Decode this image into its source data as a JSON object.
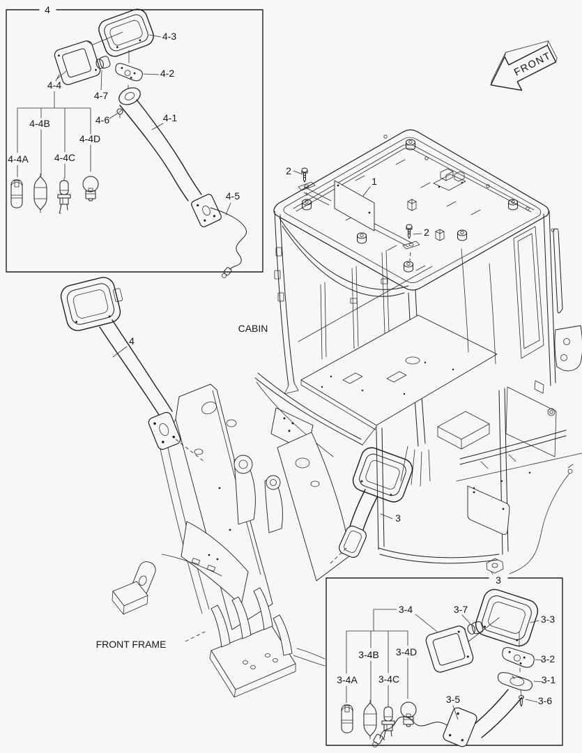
{
  "colors": {
    "background": "#f7f7f7",
    "line": "#1e1e1e",
    "text": "#141414"
  },
  "annotations": {
    "front_arrow_label": "FRONT",
    "cabin_label": "CABIN",
    "front_frame_label": "FRONT FRAME"
  },
  "main_view": {
    "callout_plate": "1",
    "callout_bolt_left": "2",
    "callout_bolt_right": "2",
    "callout_left_lamp_assembly": "4",
    "callout_mid_lamp_assembly": "3"
  },
  "detail_box_4": {
    "box_callout": "4",
    "parts": {
      "bezel": "4-3",
      "bracket_plate": "4-2",
      "lamp_unit": "4-4",
      "boot": "4-7",
      "screw": "4-6",
      "stay_arm": "4-1",
      "wire_harness": "4-5"
    },
    "bulbs": {
      "bulb_a": "4-4A",
      "bulb_b": "4-4B",
      "bulb_c": "4-4C",
      "bulb_d": "4-4D"
    }
  },
  "detail_box_3": {
    "box_callout": "3",
    "parts": {
      "lamp_unit": "3-4",
      "boot": "3-7",
      "bezel": "3-3",
      "bracket_plate_upper": "3-2",
      "bracket_plate_lower": "3-1",
      "wire_harness": "3-5",
      "screw": "3-6"
    },
    "bulbs": {
      "bulb_a": "3-4A",
      "bulb_b": "3-4B",
      "bulb_c": "3-4C",
      "bulb_d": "3-4D"
    }
  }
}
